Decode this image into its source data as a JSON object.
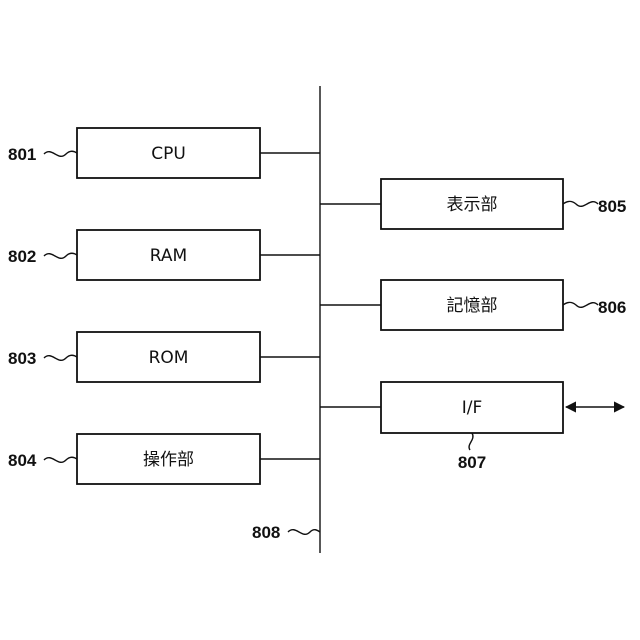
{
  "diagram": {
    "bus_ref": "808",
    "left_blocks": [
      {
        "label": "CPU",
        "ref": "801"
      },
      {
        "label": "RAM",
        "ref": "802"
      },
      {
        "label": "ROM",
        "ref": "803"
      },
      {
        "label": "操作部",
        "ref": "804"
      }
    ],
    "right_blocks": [
      {
        "label": "表示部",
        "ref": "805"
      },
      {
        "label": "記憶部",
        "ref": "806"
      },
      {
        "label": "I/F",
        "ref": "807"
      }
    ]
  }
}
